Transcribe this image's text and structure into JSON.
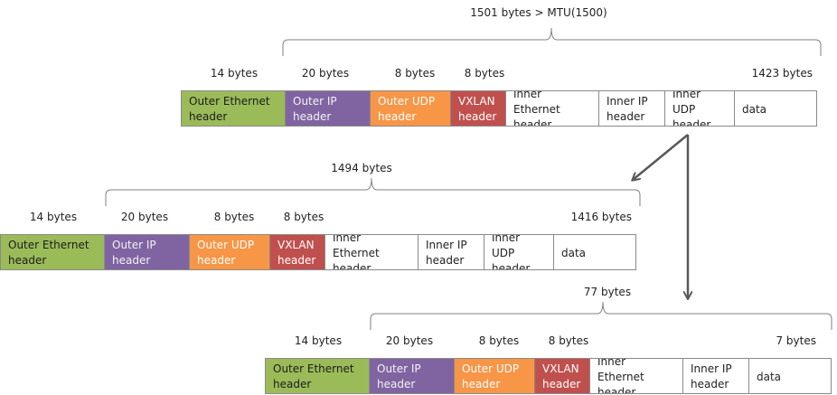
{
  "colors": {
    "outer_ethernet": "#9bbb59",
    "outer_ip": "#8064a2",
    "outer_udp": "#f79646",
    "vxlan": "#c0504d",
    "inner": "#ffffff",
    "border": "#8a8a8a",
    "bracket": "#808080",
    "arrow": "#595959"
  },
  "packets": [
    {
      "total_label": "1501 bytes > MTU(1500)",
      "size_labels": [
        "14 bytes",
        "20 bytes",
        "8 bytes",
        "8 bytes",
        "1423 bytes"
      ],
      "fields": [
        {
          "label": "Outer Ethernet\nheader",
          "kind": "outer_ethernet"
        },
        {
          "label": "Outer IP\nheader",
          "kind": "outer_ip"
        },
        {
          "label": "Outer UDP\nheader",
          "kind": "outer_udp"
        },
        {
          "label": "VXLAN\nheader",
          "kind": "vxlan"
        },
        {
          "label": "Inner Ethernet\nheader",
          "kind": "inner"
        },
        {
          "label": "Inner IP\nheader",
          "kind": "inner"
        },
        {
          "label": "Inner UDP\nheader",
          "kind": "inner"
        },
        {
          "label": "data",
          "kind": "inner"
        }
      ]
    },
    {
      "total_label": "1494 bytes",
      "size_labels": [
        "14 bytes",
        "20 bytes",
        "8 bytes",
        "8 bytes",
        "1416 bytes"
      ],
      "fields": [
        {
          "label": "Outer Ethernet\nheader",
          "kind": "outer_ethernet"
        },
        {
          "label": "Outer IP\nheader",
          "kind": "outer_ip"
        },
        {
          "label": "Outer UDP\nheader",
          "kind": "outer_udp"
        },
        {
          "label": "VXLAN\nheader",
          "kind": "vxlan"
        },
        {
          "label": "Inner Ethernet\nheader",
          "kind": "inner"
        },
        {
          "label": "Inner IP\nheader",
          "kind": "inner"
        },
        {
          "label": "Inner UDP\nheader",
          "kind": "inner"
        },
        {
          "label": "data",
          "kind": "inner"
        }
      ]
    },
    {
      "total_label": "77 bytes",
      "size_labels": [
        "14 bytes",
        "20 bytes",
        "8 bytes",
        "8 bytes",
        "7 bytes"
      ],
      "fields": [
        {
          "label": "Outer Ethernet\nheader",
          "kind": "outer_ethernet"
        },
        {
          "label": "Outer IP\nheader",
          "kind": "outer_ip"
        },
        {
          "label": "Outer UDP\nheader",
          "kind": "outer_udp"
        },
        {
          "label": "VXLAN\nheader",
          "kind": "vxlan"
        },
        {
          "label": "Inner Ethernet\nheader",
          "kind": "inner"
        },
        {
          "label": "Inner IP\nheader",
          "kind": "inner"
        },
        {
          "label": "data",
          "kind": "inner"
        }
      ]
    }
  ]
}
